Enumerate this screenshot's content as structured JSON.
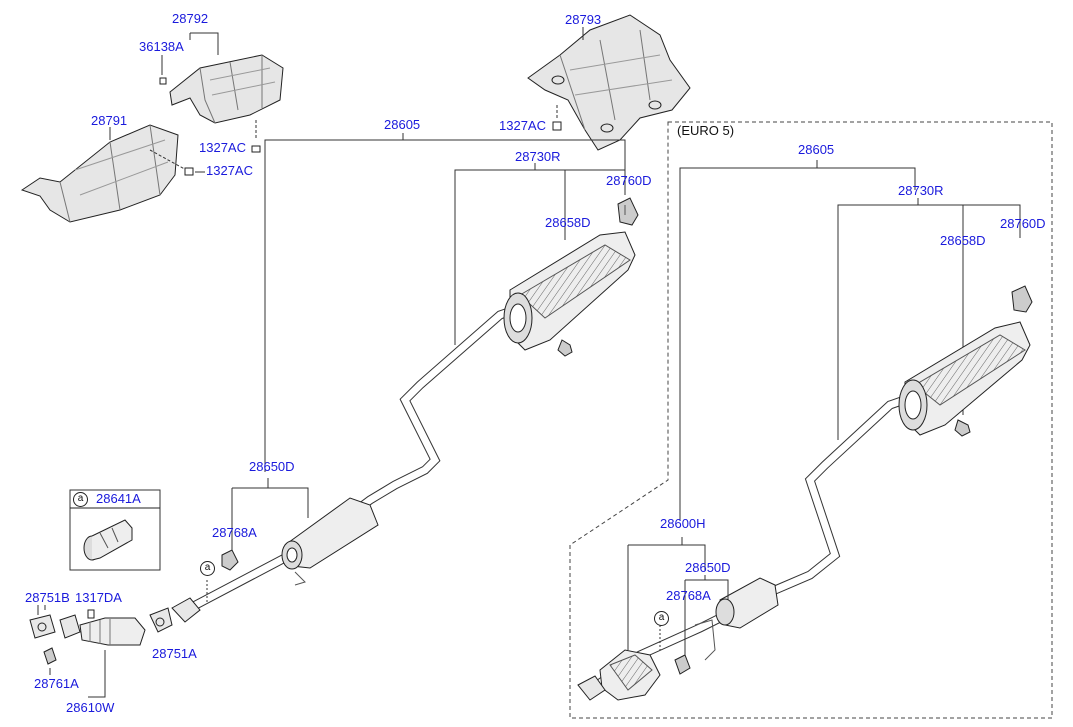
{
  "labels": {
    "p28792": "28792",
    "p36138A": "36138A",
    "p28791": "28791",
    "p1327AC_a": "1327AC",
    "p1327AC_b": "1327AC",
    "p28793": "28793",
    "p1327AC_c": "1327AC",
    "p28605_main": "28605",
    "p28730R_main": "28730R",
    "p28760D_main": "28760D",
    "p28658D_main": "28658D",
    "p28650D_main": "28650D",
    "p28768A_main": "28768A",
    "p28641A": "28641A",
    "p28751B": "28751B",
    "p1317DA": "1317DA",
    "p28751A": "28751A",
    "p28761A": "28761A",
    "p28610W": "28610W",
    "euro": "(EURO 5)",
    "p28605_euro": "28605",
    "p28730R_euro": "28730R",
    "p28658D_euro": "28658D",
    "p28760D_euro": "28760D",
    "p28600H": "28600H",
    "p28650D_euro": "28650D",
    "p28768A_euro": "28768A"
  },
  "callout_marker": "a"
}
